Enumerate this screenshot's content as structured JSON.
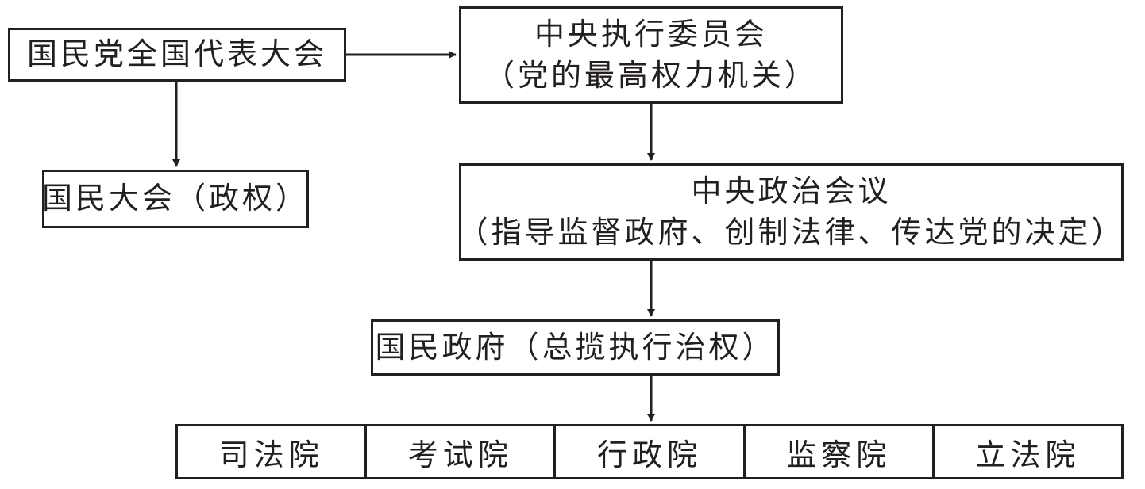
{
  "diagram": {
    "nodes": {
      "congress": {
        "label": "国民党全国代表大会"
      },
      "cec": {
        "line1": "中央执行委员会",
        "line2": "（党的最高权力机关）"
      },
      "national_assembly": {
        "label": "国民大会（政权）"
      },
      "cpc": {
        "line1": "中央政治会议",
        "line2": "（指导监督政府、创制法律、传达党的决定）"
      },
      "gov": {
        "label": "国民政府（总揽执行治权）"
      }
    },
    "yuan": [
      "司法院",
      "考试院",
      "行政院",
      "监察院",
      "立法院"
    ],
    "colors": {
      "line": "#231f20",
      "background": "#ffffff"
    }
  }
}
